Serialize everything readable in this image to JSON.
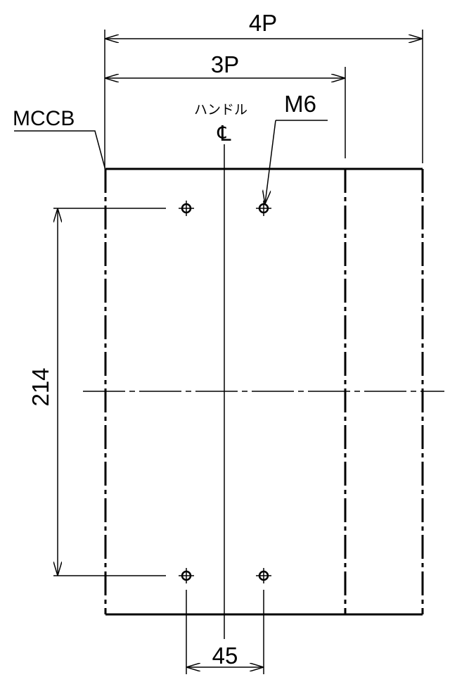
{
  "labels": {
    "width_4p": "4P",
    "width_3p": "3P",
    "breaker": "MCCB",
    "handle": "ハンドル",
    "centerline_symbol": "℄",
    "screw": "M6",
    "vertical_pitch": "214",
    "horizontal_pitch": "45"
  }
}
